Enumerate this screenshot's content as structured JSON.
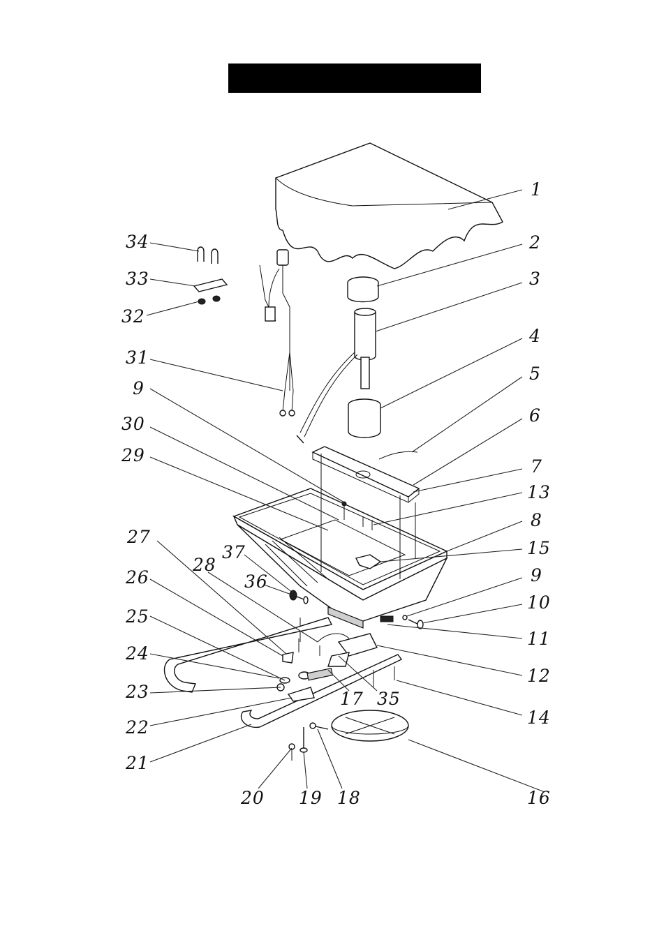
{
  "header": {
    "title_bar_color": "#000000"
  },
  "diagram": {
    "callouts": [
      "1",
      "2",
      "3",
      "4",
      "5",
      "6",
      "7",
      "13",
      "8",
      "15",
      "9",
      "10",
      "11",
      "12",
      "14",
      "16",
      "34",
      "33",
      "32",
      "31",
      "9",
      "30",
      "29",
      "27",
      "37",
      "28",
      "36",
      "26",
      "25",
      "24",
      "23",
      "22",
      "21",
      "20",
      "19",
      "18",
      "17",
      "35"
    ]
  }
}
